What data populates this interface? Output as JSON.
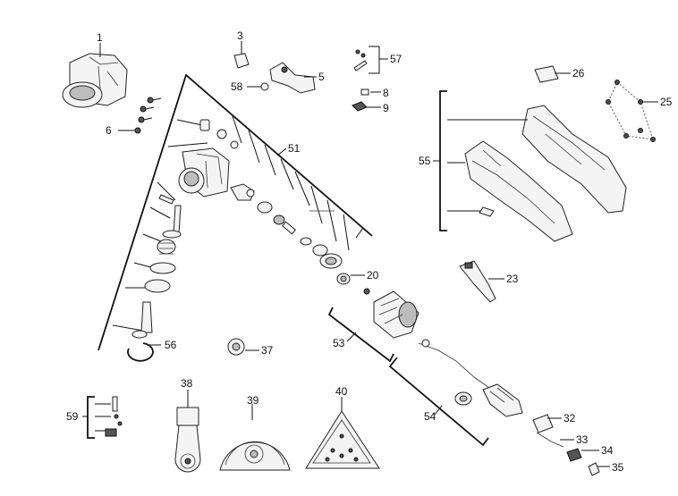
{
  "parts": {
    "p1": "1",
    "p3": "3",
    "p5": "5",
    "p6": "6",
    "p8": "8",
    "p9": "9",
    "p20": "20",
    "p23": "23",
    "p25": "25",
    "p26": "26",
    "p32": "32",
    "p33": "33",
    "p34": "34",
    "p35": "35",
    "p37": "37",
    "p38": "38",
    "p39": "39",
    "p40": "40",
    "p51": "51",
    "p53": "53",
    "p54": "54",
    "p55": "55",
    "p56": "56",
    "p57": "57",
    "p58": "58",
    "p59": "59"
  }
}
